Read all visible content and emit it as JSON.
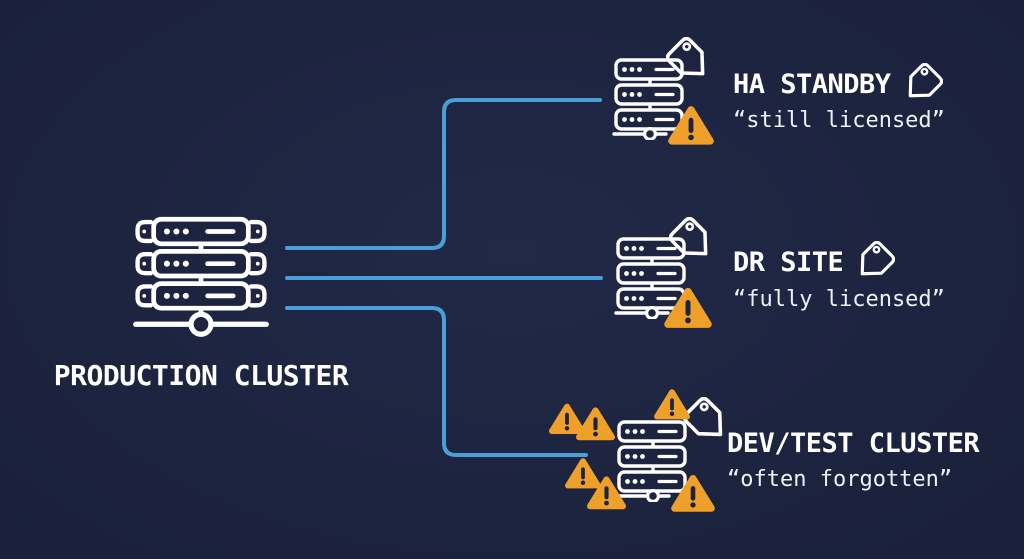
{
  "canvas": {
    "background": "#1d2440"
  },
  "palette": {
    "line_blue": "#4a9fd8",
    "warning_orange": "#efa02a",
    "icon_white": "#ffffff",
    "text_white": "#f3f5f9"
  },
  "production": {
    "label": "PRODUCTION CLUSTER",
    "icon": "server-rack-icon"
  },
  "nodes": [
    {
      "id": "ha-standby",
      "title": "HA STANDBY",
      "quote": "“still licensed”",
      "title_has_tag_icon": true,
      "warning_count": 1,
      "icons": [
        "server-rack-icon",
        "price-tag-icon",
        "warning-triangle-icon"
      ]
    },
    {
      "id": "dr-site",
      "title": "DR SITE",
      "quote": "“fully licensed”",
      "title_has_tag_icon": true,
      "warning_count": 1,
      "icons": [
        "server-rack-icon",
        "price-tag-icon",
        "warning-triangle-icon"
      ]
    },
    {
      "id": "dev-test-cluster",
      "title": "DEV/TEST CLUSTER",
      "quote": "“often forgotten”",
      "title_has_tag_icon": false,
      "warning_count": 6,
      "icons": [
        "server-rack-icon",
        "price-tag-icon",
        "warning-triangle-icon"
      ]
    }
  ],
  "connections": [
    {
      "from": "production-cluster",
      "to": "ha-standby"
    },
    {
      "from": "production-cluster",
      "to": "dr-site"
    },
    {
      "from": "production-cluster",
      "to": "dev-test-cluster"
    }
  ]
}
